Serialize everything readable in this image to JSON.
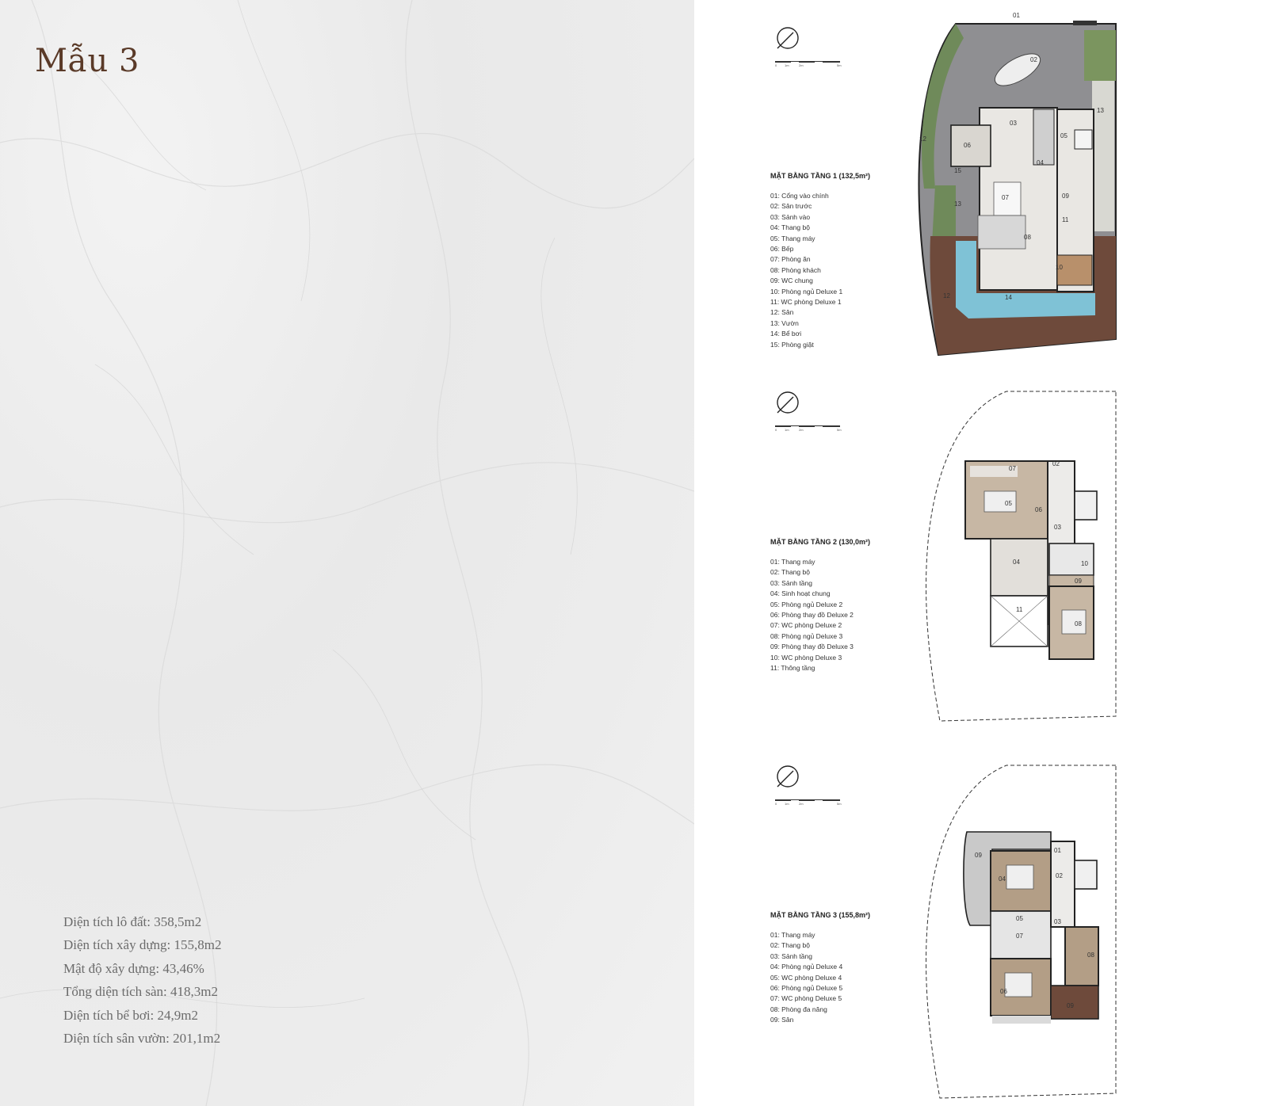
{
  "title": "Mẫu 3",
  "stats": [
    "Diện tích lô đất: 358,5m2",
    "Diện tích xây dựng: 155,8m2",
    "Mật độ xây dựng: 43,46%",
    "Tổng diện tích sàn: 418,3m2",
    "Diện tích bể bơi: 24,9m2",
    "Diện tích sân vườn: 201,1m2"
  ],
  "scale_labels": [
    "0",
    "1m",
    "2m",
    "5m"
  ],
  "floors": [
    {
      "heading": "MẶT BẰNG TẦNG 1 (132,5m²)",
      "legend": [
        "01: Cổng vào chính",
        "02: Sân trước",
        "03: Sảnh vào",
        "04: Thang bộ",
        "05: Thang máy",
        "06: Bếp",
        "07: Phòng ăn",
        "08: Phòng khách",
        "09: WC chung",
        "10: Phòng ngủ Deluxe 1",
        "11: WC phòng Deluxe 1",
        "12: Sân",
        "13: Vườn",
        "14: Bể bơi",
        "15: Phòng giặt"
      ],
      "plan_labels": [
        "01",
        "02",
        "03",
        "04",
        "05",
        "06",
        "07",
        "08",
        "09",
        "10",
        "11",
        "12",
        "12",
        "13",
        "13",
        "14",
        "15"
      ]
    },
    {
      "heading": "MẶT BẰNG TẦNG 2 (130,0m²)",
      "legend": [
        "01: Thang máy",
        "02: Thang bộ",
        "03: Sảnh tầng",
        "04: Sinh hoạt chung",
        "05: Phòng ngủ Deluxe 2",
        "06: Phòng thay đồ Deluxe 2",
        "07: WC phòng Deluxe 2",
        "08: Phòng ngủ Deluxe 3",
        "09: Phòng thay đồ Deluxe 3",
        "10: WC phòng Deluxe 3",
        "11: Thông tầng"
      ],
      "plan_labels": [
        "02",
        "03",
        "04",
        "05",
        "06",
        "07",
        "08",
        "09",
        "10",
        "11"
      ]
    },
    {
      "heading": "MẶT BẰNG TẦNG 3 (155,8m²)",
      "legend": [
        "01: Thang máy",
        "02: Thang bộ",
        "03: Sảnh tầng",
        "04: Phòng ngủ Deluxe 4",
        "05: WC phòng Deluxe 4",
        "06: Phòng ngủ Deluxe 5",
        "07: WC phòng Deluxe 5",
        "08: Phòng đa năng",
        "09: Sân"
      ],
      "plan_labels": [
        "01",
        "02",
        "03",
        "04",
        "05",
        "06",
        "07",
        "08",
        "09",
        "09"
      ]
    }
  ]
}
